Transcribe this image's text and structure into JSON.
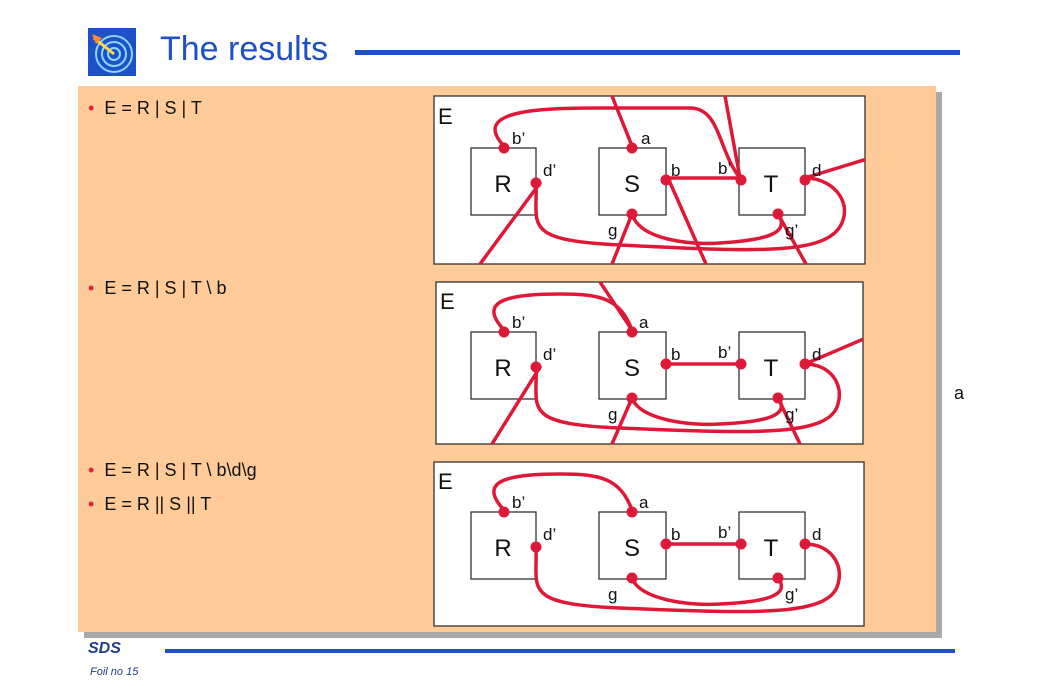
{
  "title": "The results",
  "bullets": [
    "E = R | S | T",
    "E = R | S | T \\ b",
    "E = R | S | T \\ b\\d\\g",
    "E = R || S || T"
  ],
  "diagram": {
    "env_label": "E",
    "boxes": [
      "R",
      "S",
      "T"
    ],
    "ports": {
      "r_top": "b’",
      "r_right": "d’",
      "s_top": "a",
      "s_right": "b",
      "s_bottom": "g",
      "t_left": "b’",
      "t_right": "d",
      "t_bottom": "g’"
    }
  },
  "side_label": "a",
  "footer": {
    "org": "SDS",
    "foil": "Foil no 15"
  },
  "colors": {
    "title": "#1e50c8",
    "panel": "#ffcc99",
    "wire": "#e01838",
    "bullet": "#e8203c"
  }
}
